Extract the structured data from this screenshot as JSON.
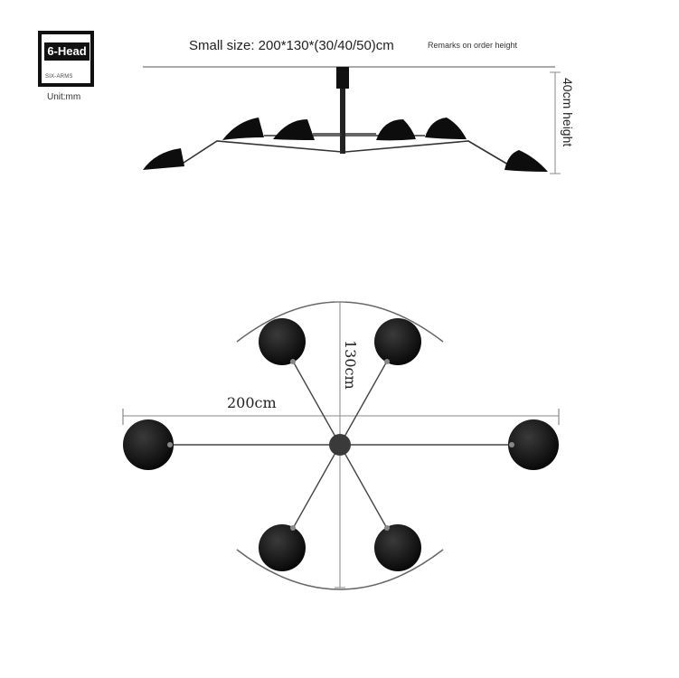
{
  "badge": {
    "title": "6-Head",
    "subtitle": "SIX-ARMS"
  },
  "unit_label": "Unit:mm",
  "size_title": "Small size: 200*130*(30/40/50)cm",
  "remarks": "Remarks on order height",
  "height_label": "40cm height",
  "width_label": "200cm",
  "depth_label": "130cm",
  "colors": {
    "lamp": "#0d0d0d",
    "line": "#555555",
    "dimension": "#888888"
  }
}
